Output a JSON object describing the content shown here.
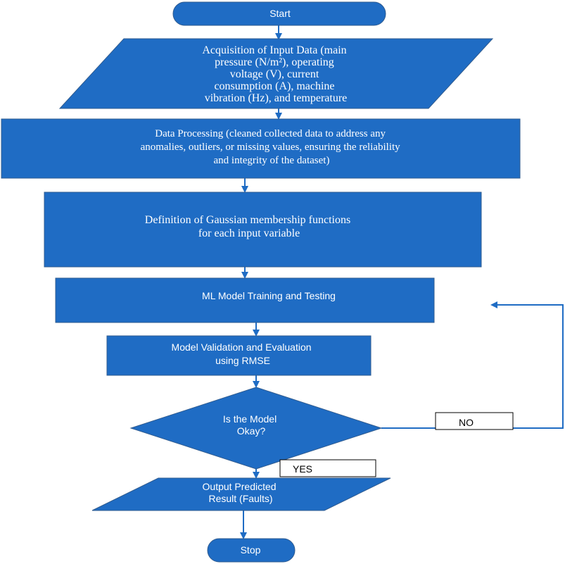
{
  "colors": {
    "shape_fill": "#1f6cc4",
    "connector": "#1f6cc4",
    "text": "#ffffff",
    "label_box_border": "#000000"
  },
  "nodes": {
    "start": {
      "lines": [
        "Start"
      ]
    },
    "acquisition": {
      "lines": [
        "Acquisition of Input Data (main",
        "pressure (N/m²), operating",
        "voltage (V), current",
        "consumption (A), machine",
        "vibration (Hz), and temperature"
      ]
    },
    "processing": {
      "lines": [
        "Data Processing (cleaned collected data to address any",
        "anomalies, outliers, or missing values, ensuring the reliability",
        "and integrity of the dataset)"
      ]
    },
    "gaussian": {
      "lines": [
        "Definition of Gaussian membership functions",
        "for each input variable"
      ]
    },
    "training": {
      "lines": [
        "ML Model Training and Testing"
      ]
    },
    "validation": {
      "lines": [
        "Model Validation and Evaluation",
        "using RMSE"
      ]
    },
    "decision": {
      "lines": [
        "Is the Model",
        "Okay?"
      ]
    },
    "output": {
      "lines": [
        "Output Predicted",
        "Result (Faults)"
      ]
    },
    "stop": {
      "lines": [
        "Stop"
      ]
    }
  },
  "edge_labels": {
    "no": "NO",
    "yes": "YES"
  }
}
